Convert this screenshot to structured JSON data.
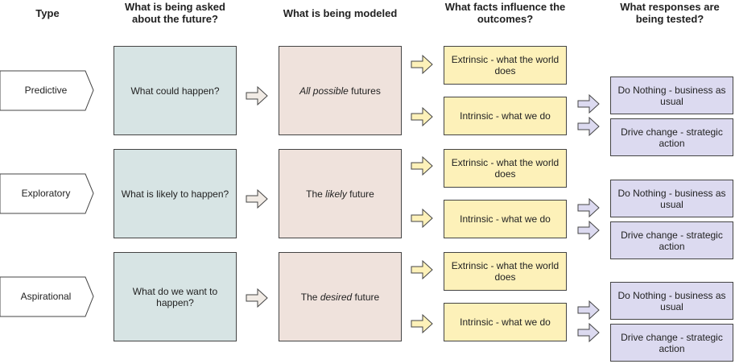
{
  "headers": {
    "type": "Type",
    "question": "What is being asked about the future?",
    "modeled": "What is being modeled",
    "facts": "What facts influence the outcomes?",
    "responses": "What responses are being tested?"
  },
  "rows": [
    {
      "type": "Predictive",
      "question": "What could happen?",
      "model_em": "All possible",
      "model_pre": "",
      "model_post": " futures",
      "extrinsic": "Extrinsic - what the world does",
      "intrinsic": "Intrinsic - what we do",
      "resp1": "Do Nothing - business as usual",
      "resp2": "Drive change - strategic action"
    },
    {
      "type": "Exploratory",
      "question": "What is likely to happen?",
      "model_pre": "The ",
      "model_em": "likely",
      "model_post": " future",
      "extrinsic": "Extrinsic - what the world does",
      "intrinsic": "Intrinsic - what we do",
      "resp1": "Do Nothing - business as usual",
      "resp2": "Drive change - strategic action"
    },
    {
      "type": "Aspirational",
      "question": "What do we want to happen?",
      "model_pre": "The ",
      "model_em": "desired",
      "model_post": " future",
      "extrinsic": "Extrinsic - what the world does",
      "intrinsic": "Intrinsic - what we do",
      "resp1": "Do Nothing - business as usual",
      "resp2": "Drive change - strategic action"
    }
  ]
}
